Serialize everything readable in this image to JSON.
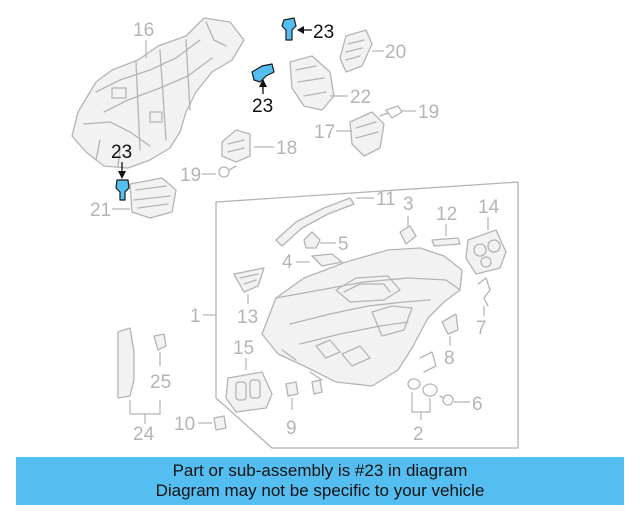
{
  "diagram": {
    "callouts": {
      "c1": "1",
      "c2": "2",
      "c3": "3",
      "c4": "4",
      "c5": "5",
      "c6": "6",
      "c7": "7",
      "c8": "8",
      "c9": "9",
      "c10": "10",
      "c11": "11",
      "c12": "12",
      "c13": "13",
      "c14": "14",
      "c15": "15",
      "c16": "16",
      "c17": "17",
      "c18": "18",
      "c19a": "19",
      "c19b": "19",
      "c20": "20",
      "c21": "21",
      "c22": "22",
      "c23a": "23",
      "c23b": "23",
      "c23c": "23",
      "c24": "24",
      "c25": "25"
    },
    "highlight_part": "23",
    "colors": {
      "highlight": "#55bef0",
      "line_art": "#b4b4b4",
      "banner": "#55bef0",
      "text": "#111111"
    }
  },
  "banner": {
    "line1": "Part or sub-assembly is #23 in diagram",
    "line2": "Diagram may not be specific to your vehicle"
  }
}
